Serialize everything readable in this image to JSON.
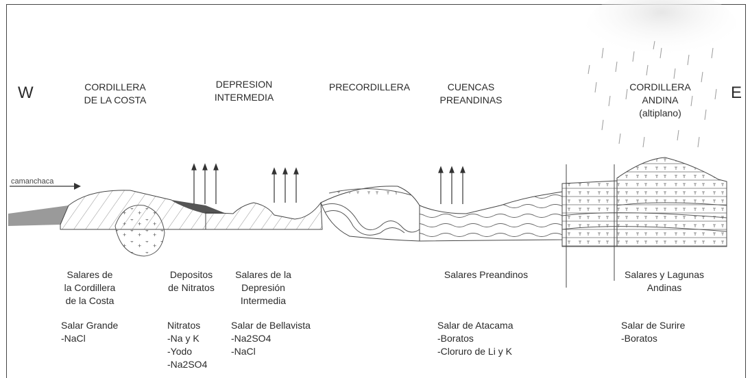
{
  "directions": {
    "west": "W",
    "east": "E"
  },
  "regions": [
    {
      "line1": "CORDILLERA",
      "line2": "DE LA COSTA",
      "line3": ""
    },
    {
      "line1": "DEPRESION",
      "line2": "INTERMEDIA",
      "line3": ""
    },
    {
      "line1": "PRECORDILLERA",
      "line2": "",
      "line3": ""
    },
    {
      "line1": "CUENCAS",
      "line2": "PREANDINAS",
      "line3": ""
    },
    {
      "line1": "CORDILLERA",
      "line2": "ANDINA",
      "line3": "(altiplano)"
    }
  ],
  "camanchaca_label": "camanchaca",
  "deposits": [
    {
      "lines": [
        "Salares de",
        "la Cordillera",
        "de la Costa"
      ],
      "example": [
        "Salar Grande",
        "-NaCl"
      ]
    },
    {
      "lines": [
        "Depositos",
        "de Nitratos"
      ],
      "example": [
        "Nitratos",
        "-Na y K",
        "-Yodo",
        "-Na2SO4"
      ]
    },
    {
      "lines": [
        "Salares de la",
        "Depresión",
        "Intermedia"
      ],
      "example": [
        "Salar de Bellavista",
        "-Na2SO4",
        "-NaCl"
      ]
    },
    {
      "lines": [
        "Salares Preandinos"
      ],
      "example": [
        "Salar de Atacama",
        "-Boratos",
        "-Cloruro de Li y K"
      ]
    },
    {
      "lines": [
        "Salares y Lagunas",
        "Andinas"
      ],
      "example": [
        "Salar de Surire",
        "-Boratos"
      ]
    }
  ]
}
